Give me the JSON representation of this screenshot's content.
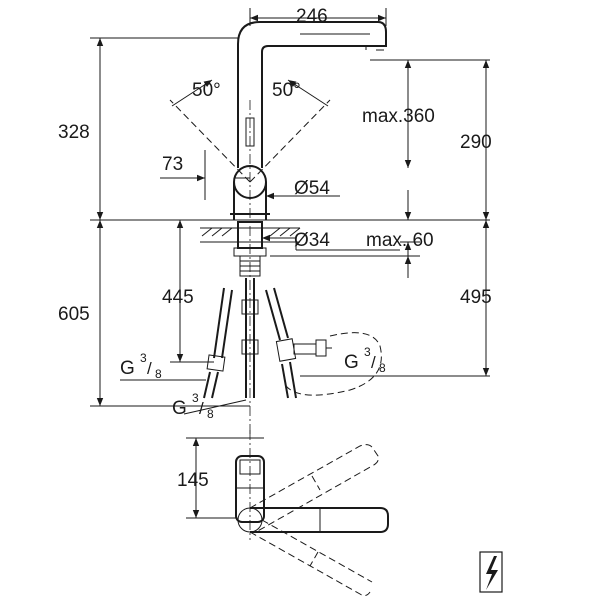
{
  "dimensions": {
    "spout_width": "246",
    "total_height": "328",
    "swivel_left": "50°",
    "swivel_right": "50°",
    "max_pull_out": "max.360",
    "spout_height": "290",
    "body_offset": "73",
    "body_diameter": "Ø54",
    "hole_diameter": "Ø34",
    "max_deck": "max. 60",
    "hose_length_left": "445",
    "below_deck": "605",
    "hose_length_right": "495",
    "connection_left": {
      "base": "G",
      "num": "3",
      "den": "8"
    },
    "connection_right": {
      "base": "G",
      "num": "3",
      "den": "8"
    },
    "connection_bottom": {
      "base": "G",
      "num": "3",
      "den": "8"
    },
    "top_view_depth": "145"
  },
  "icons": [
    "electric-warning-icon"
  ]
}
